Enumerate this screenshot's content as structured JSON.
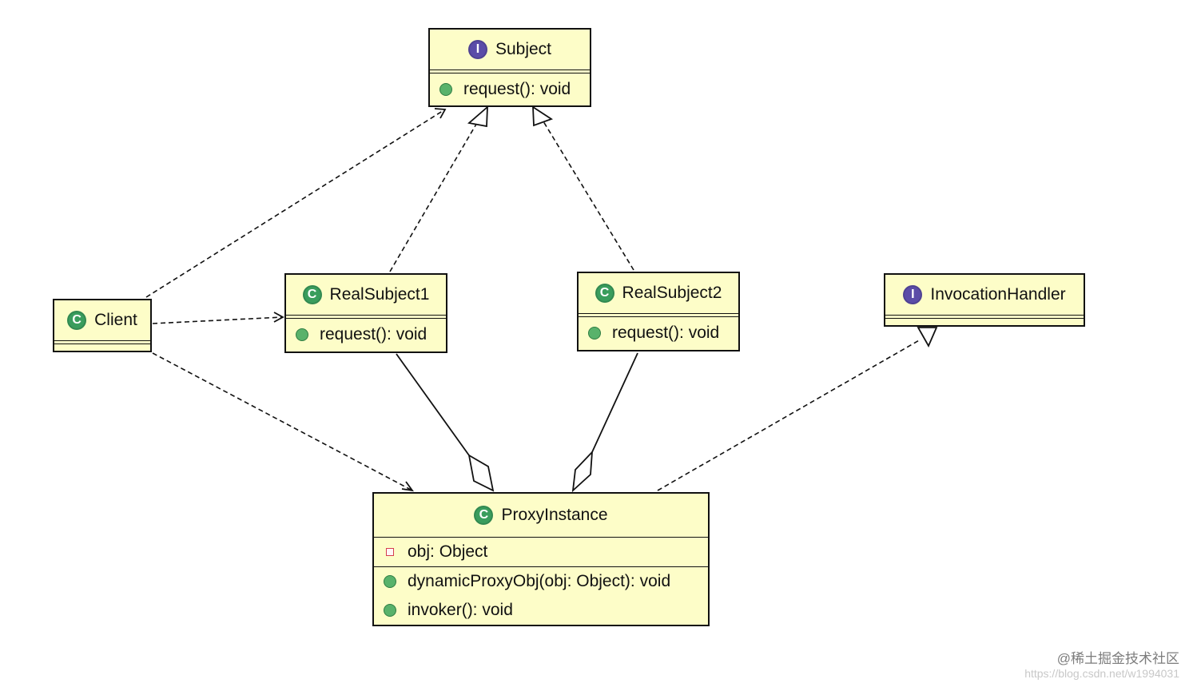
{
  "diagram": {
    "classes": {
      "subject": {
        "name": "Subject",
        "kind_icon": "interface-icon",
        "members": {
          "request": "request(): void"
        }
      },
      "client": {
        "name": "Client",
        "kind_icon": "class-icon"
      },
      "realsubject1": {
        "name": "RealSubject1",
        "kind_icon": "class-icon",
        "members": {
          "request": "request(): void"
        }
      },
      "realsubject2": {
        "name": "RealSubject2",
        "kind_icon": "class-icon",
        "members": {
          "request": "request(): void"
        }
      },
      "invocationhandler": {
        "name": "InvocationHandler",
        "kind_icon": "interface-icon"
      },
      "proxyinstance": {
        "name": "ProxyInstance",
        "kind_icon": "class-icon",
        "fields": {
          "obj": "obj: Object"
        },
        "members": {
          "dynamicProxyObj": "dynamicProxyObj(obj: Object): void",
          "invoker": "invoker(): void"
        }
      }
    },
    "relationships": [
      {
        "id": "client-subject",
        "type": "dependency"
      },
      {
        "id": "realsubject1-subject",
        "type": "realization"
      },
      {
        "id": "realsubject2-subject",
        "type": "realization"
      },
      {
        "id": "client-realsubject1",
        "type": "dependency"
      },
      {
        "id": "client-proxyinstance",
        "type": "dependency"
      },
      {
        "id": "proxyinstance-realsubject1",
        "type": "aggregation"
      },
      {
        "id": "proxyinstance-realsubject2",
        "type": "aggregation"
      },
      {
        "id": "proxyinstance-invocationhandler",
        "type": "realization"
      }
    ],
    "style": {
      "box_fill": "#fdfdc8",
      "line_color": "#111111",
      "interface_icon_color": "#5b4ca8",
      "class_icon_color": "#3a9d5d",
      "public_member_icon_color": "#59b26b",
      "private_member_icon_color": "#d53d4f"
    }
  },
  "watermark": {
    "primary": "@稀土掘金技术社区",
    "secondary": "https://blog.csdn.net/w1994031"
  }
}
